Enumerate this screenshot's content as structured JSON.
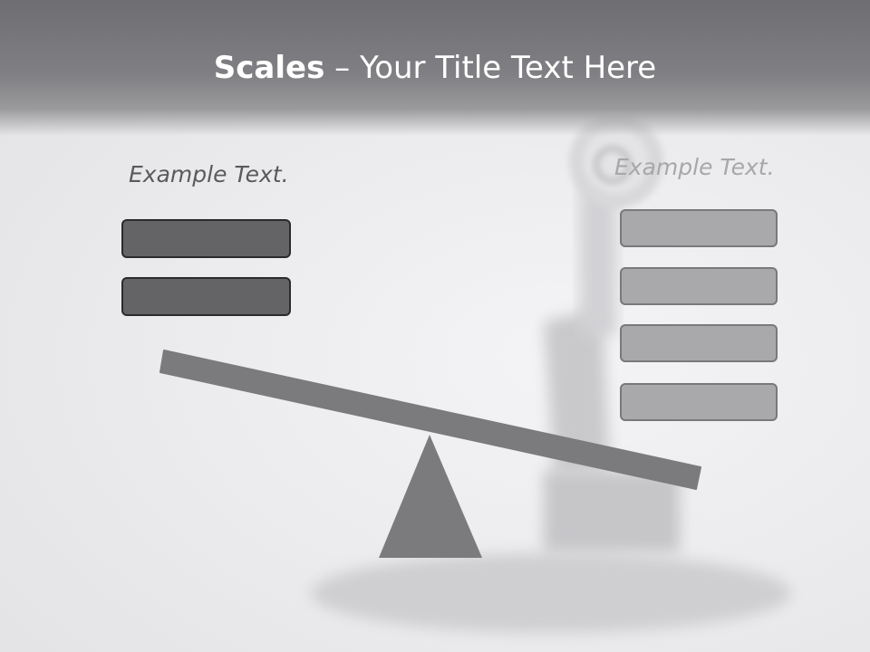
{
  "title": {
    "bold": "Scales",
    "rest": " – Your Title Text Here"
  },
  "left": {
    "label": "Example Text.",
    "boxes": 2
  },
  "right": {
    "label": "Example Text.",
    "boxes": 4
  },
  "colors": {
    "header": "#7c7c80",
    "dark_box": "#646466",
    "light_box": "#a9a9ab",
    "seesaw": "#7b7b7d"
  }
}
